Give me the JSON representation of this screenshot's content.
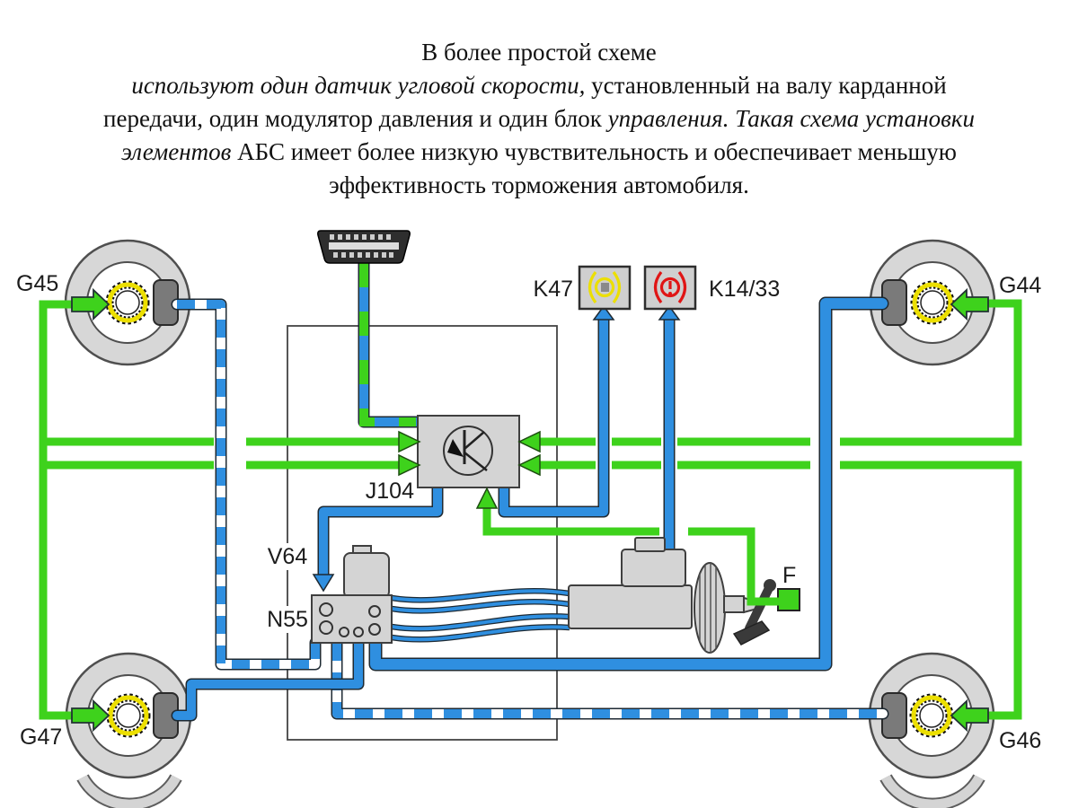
{
  "header": {
    "line1": "В более простой схеме",
    "line2_italic": "используют один датчик угловой скорости, ",
    "line2_regular": "установленный на валу карданной",
    "line3_regular": "передачи, один модулятор давления и один блок ",
    "line3_italic": "управления. Такая схема установки",
    "line4_italic": "элементов ",
    "line4_regular": "АБС имеет более низкую чувствительность и обеспечивает меньшую",
    "line5": "эффективность торможения автомобиля."
  },
  "diagram": {
    "labels": {
      "front_left_sensor": "G45",
      "front_right_sensor": "G44",
      "rear_left_sensor": "G47",
      "rear_right_sensor": "G46",
      "abs_warning_lamp": "K47",
      "brake_warning_lamp": "K14/33",
      "control_unit": "J104",
      "return_pump": "V64",
      "hydraulic_modulator": "N55",
      "brake_light_switch": "F"
    },
    "colors": {
      "green": "#3ed21c",
      "blue": "#2f8fe0",
      "outline": "#1e2a33",
      "yellow": "#ecdf00",
      "red": "#e01515"
    }
  }
}
